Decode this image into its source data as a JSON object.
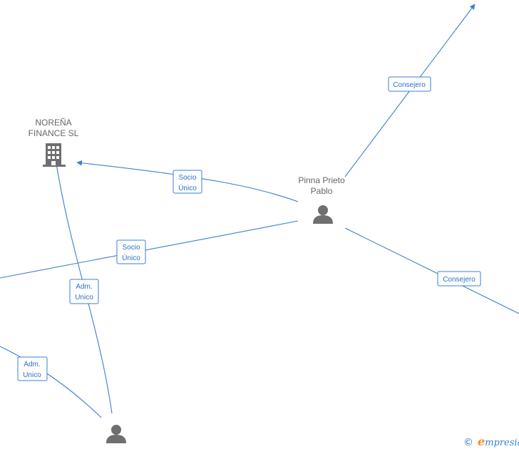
{
  "nodes": {
    "company": {
      "label_line1": "NOREÑA",
      "label_line2": "FINANCE SL",
      "icon": "building-icon"
    },
    "pinna": {
      "label_line1": "Pinna Prieto",
      "label_line2": "Pablo",
      "icon": "person-icon"
    },
    "person_bottom": {
      "icon": "person-icon"
    }
  },
  "edges": {
    "socio_unico_1": {
      "line1": "Socio",
      "line2": "Único"
    },
    "socio_unico_2": {
      "line1": "Socio",
      "line2": "Único"
    },
    "consejero_top": {
      "label": "Consejero"
    },
    "consejero_right": {
      "label": "Consejero"
    },
    "adm_unico_1": {
      "line1": "Adm.",
      "line2": "Unico"
    },
    "adm_unico_2": {
      "line1": "Adm.",
      "line2": "Unico"
    }
  },
  "credit": {
    "copyright": "©",
    "brand_initial": "e",
    "brand_rest": "mpresia"
  },
  "colors": {
    "edge": "#3a7fd5",
    "node_icon": "#6f6f6f",
    "node_label": "#666666",
    "brand_accent": "#f28c1e"
  }
}
